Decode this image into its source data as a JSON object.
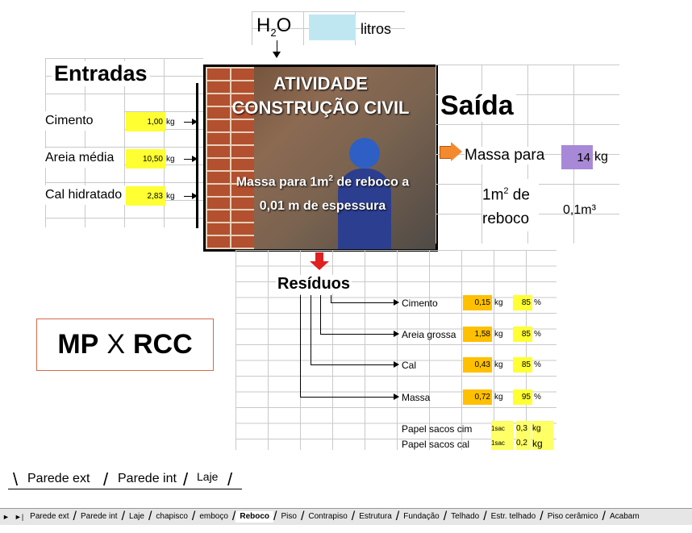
{
  "water": {
    "formula_h": "H",
    "formula_sub": "2",
    "formula_o": "O",
    "unit": "litros"
  },
  "entradas": {
    "title": "Entradas",
    "rows": [
      {
        "label": "Cimento",
        "value": "1,00",
        "unit": "kg"
      },
      {
        "label": "Areia média",
        "value": "10,50",
        "unit": "kg"
      },
      {
        "label": "Cal hidratado",
        "value": "2,83",
        "unit": "kg"
      }
    ]
  },
  "overlay": {
    "title": "ATIVIDADE CONSTRUÇÃO CIVIL",
    "caption_a": "Massa para 1m",
    "caption_sup": "2",
    "caption_b": " de reboco a 0,01 m de espessura"
  },
  "saida": {
    "title": "Saída",
    "label_a": "Massa para",
    "value": "14",
    "unit": "kg",
    "label_b": "1m",
    "label_b_sup": "2",
    "label_b_rest": " de reboco",
    "thickness": "0,1m³"
  },
  "residuos": {
    "title": "Resíduos",
    "rows": [
      {
        "label": "Cimento",
        "value": "0,15",
        "unit": "kg",
        "pct": "85",
        "pct_unit": "%"
      },
      {
        "label": "Areia grossa",
        "value": "1,58",
        "unit": "kg",
        "pct": "85",
        "pct_unit": "%"
      },
      {
        "label": "Cal",
        "value": "0,43",
        "unit": "kg",
        "pct": "85",
        "pct_unit": "%"
      },
      {
        "label": "Massa",
        "value": "0,72",
        "unit": "kg",
        "pct": "95",
        "pct_unit": "%"
      }
    ],
    "papel": [
      {
        "label": "Papel sacos cim",
        "qty": "1sac",
        "value": "0,3",
        "unit": "kg"
      },
      {
        "label": "Papel sacos cal",
        "qty": "1sac",
        "value": "0,2",
        "unit": "kg"
      }
    ]
  },
  "mp_rcc": {
    "left": "MP",
    "x": "X",
    "right": "RCC"
  },
  "big_tabs": [
    "Parede ext",
    "Parede int",
    "Laje"
  ],
  "sheet_tabs": [
    "Parede ext",
    "Parede int",
    "Laje",
    "chapisco",
    "emboço",
    "Reboco",
    "Piso",
    "Contrapiso",
    "Estrutura",
    "Fundação",
    "Telhado",
    "Estr. telhado",
    "Piso cerâmico",
    "Acabam"
  ],
  "active_sheet": "Reboco",
  "colors": {
    "water_cell": "#bfe7f2",
    "saida_cell": "#a889d8",
    "input": "#ffff33",
    "residue": "#ffc000",
    "saida_arrow": "#f5892e",
    "residuos_arrow": "#e02020"
  }
}
